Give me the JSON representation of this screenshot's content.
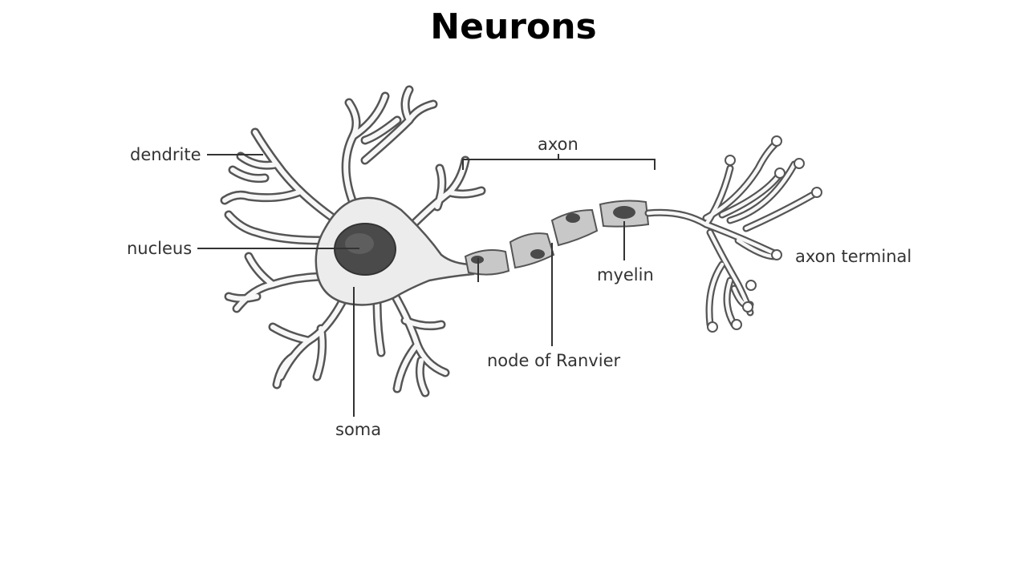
{
  "title": "Neurons",
  "labels": {
    "dendrite": "dendrite",
    "nucleus": "nucleus",
    "soma": "soma",
    "axon": "axon",
    "myelin": "myelin",
    "node_of_ranvier": "node of Ranvier",
    "axon_terminal": "axon terminal"
  },
  "colors": {
    "background": "#ffffff",
    "cell_fill": "#ececec",
    "cell_outline": "#555555",
    "nucleus": "#4a4a4a",
    "myelin_fill": "#c8c8c8",
    "text": "#333333",
    "title": "#000000"
  }
}
